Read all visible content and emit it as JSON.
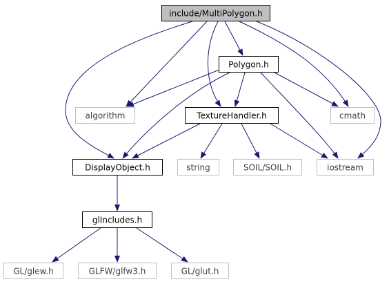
{
  "colors": {
    "edge": "#191970",
    "node_border": "#000000",
    "system_border": "#bfbfbf",
    "focus_fill": "#bfbfbf",
    "node_fill": "#ffffff",
    "text_dark": "#000000",
    "text_light": "#404040"
  },
  "nodes": [
    {
      "id": "multipolygon",
      "label": "include/MultiPolygon.h",
      "kind": "focus"
    },
    {
      "id": "polygon",
      "label": "Polygon.h",
      "kind": "local"
    },
    {
      "id": "algorithm",
      "label": "algorithm",
      "kind": "system"
    },
    {
      "id": "texturehandler",
      "label": "TextureHandler.h",
      "kind": "local"
    },
    {
      "id": "cmath",
      "label": "cmath",
      "kind": "system"
    },
    {
      "id": "displayobject",
      "label": "DisplayObject.h",
      "kind": "local"
    },
    {
      "id": "string",
      "label": "string",
      "kind": "system"
    },
    {
      "id": "soil",
      "label": "SOIL/SOIL.h",
      "kind": "system"
    },
    {
      "id": "iostream",
      "label": "iostream",
      "kind": "system"
    },
    {
      "id": "glincludes",
      "label": "glIncludes.h",
      "kind": "local"
    },
    {
      "id": "glew",
      "label": "GL/glew.h",
      "kind": "system"
    },
    {
      "id": "glfw",
      "label": "GLFW/glfw3.h",
      "kind": "system"
    },
    {
      "id": "glut",
      "label": "GL/glut.h",
      "kind": "system"
    }
  ],
  "edges": [
    {
      "from": "multipolygon",
      "to": "polygon"
    },
    {
      "from": "multipolygon",
      "to": "algorithm"
    },
    {
      "from": "multipolygon",
      "to": "texturehandler"
    },
    {
      "from": "multipolygon",
      "to": "cmath"
    },
    {
      "from": "multipolygon",
      "to": "displayobject"
    },
    {
      "from": "multipolygon",
      "to": "iostream"
    },
    {
      "from": "polygon",
      "to": "algorithm"
    },
    {
      "from": "polygon",
      "to": "texturehandler"
    },
    {
      "from": "polygon",
      "to": "cmath"
    },
    {
      "from": "polygon",
      "to": "displayobject"
    },
    {
      "from": "polygon",
      "to": "iostream"
    },
    {
      "from": "texturehandler",
      "to": "displayobject"
    },
    {
      "from": "texturehandler",
      "to": "string"
    },
    {
      "from": "texturehandler",
      "to": "soil"
    },
    {
      "from": "texturehandler",
      "to": "iostream"
    },
    {
      "from": "displayobject",
      "to": "glincludes"
    },
    {
      "from": "glincludes",
      "to": "glew"
    },
    {
      "from": "glincludes",
      "to": "glfw"
    },
    {
      "from": "glincludes",
      "to": "glut"
    }
  ]
}
